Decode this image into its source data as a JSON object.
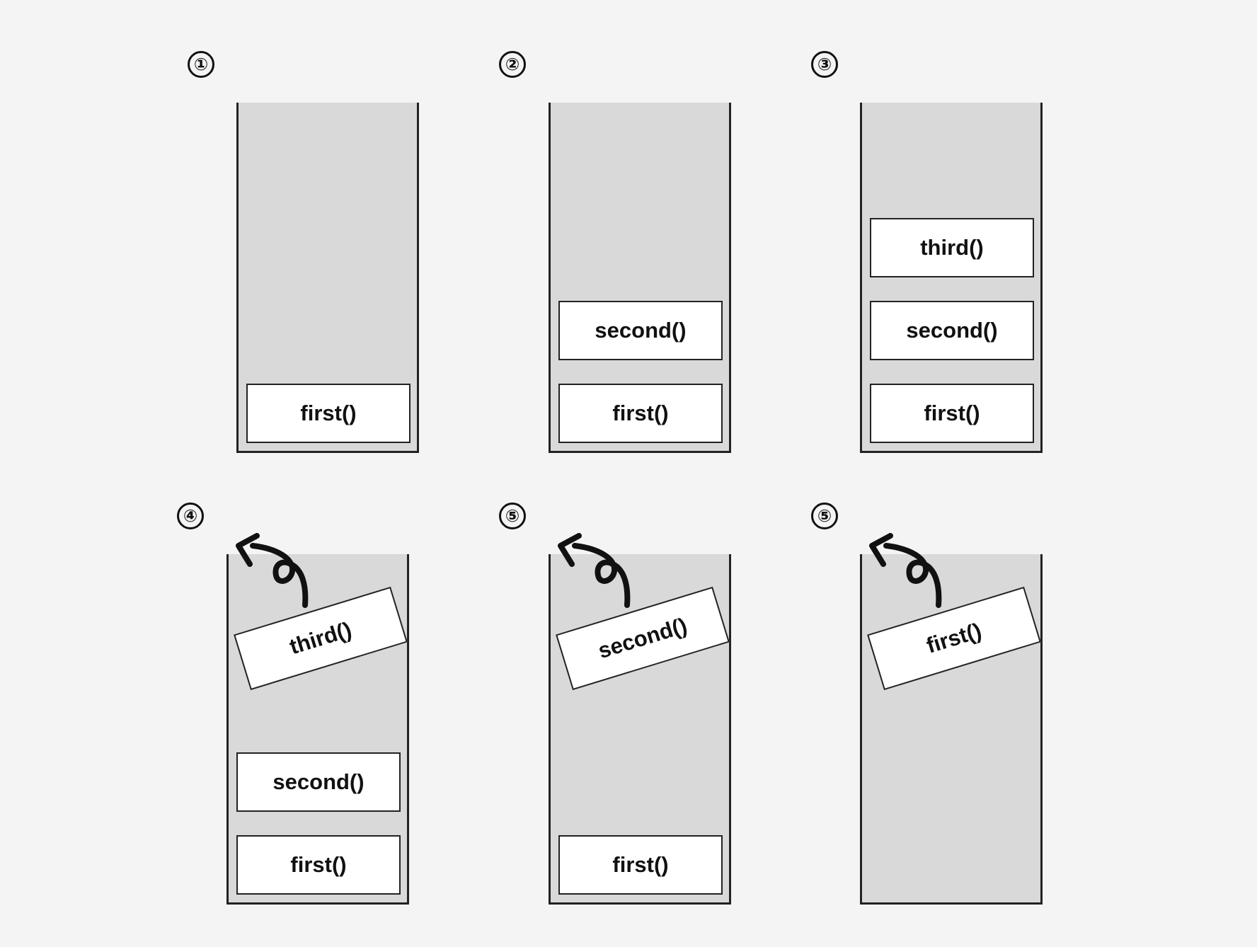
{
  "panels": [
    {
      "step": "①",
      "frames": [
        "first()"
      ],
      "popped": null
    },
    {
      "step": "②",
      "frames": [
        "second()",
        "first()"
      ],
      "popped": null
    },
    {
      "step": "③",
      "frames": [
        "third()",
        "second()",
        "first()"
      ],
      "popped": null
    },
    {
      "step": "④",
      "frames": [
        "second()",
        "first()"
      ],
      "popped": "third()"
    },
    {
      "step": "⑤",
      "frames": [
        "first()"
      ],
      "popped": "second()"
    },
    {
      "step": "⑤",
      "frames": [],
      "popped": "first()"
    }
  ]
}
